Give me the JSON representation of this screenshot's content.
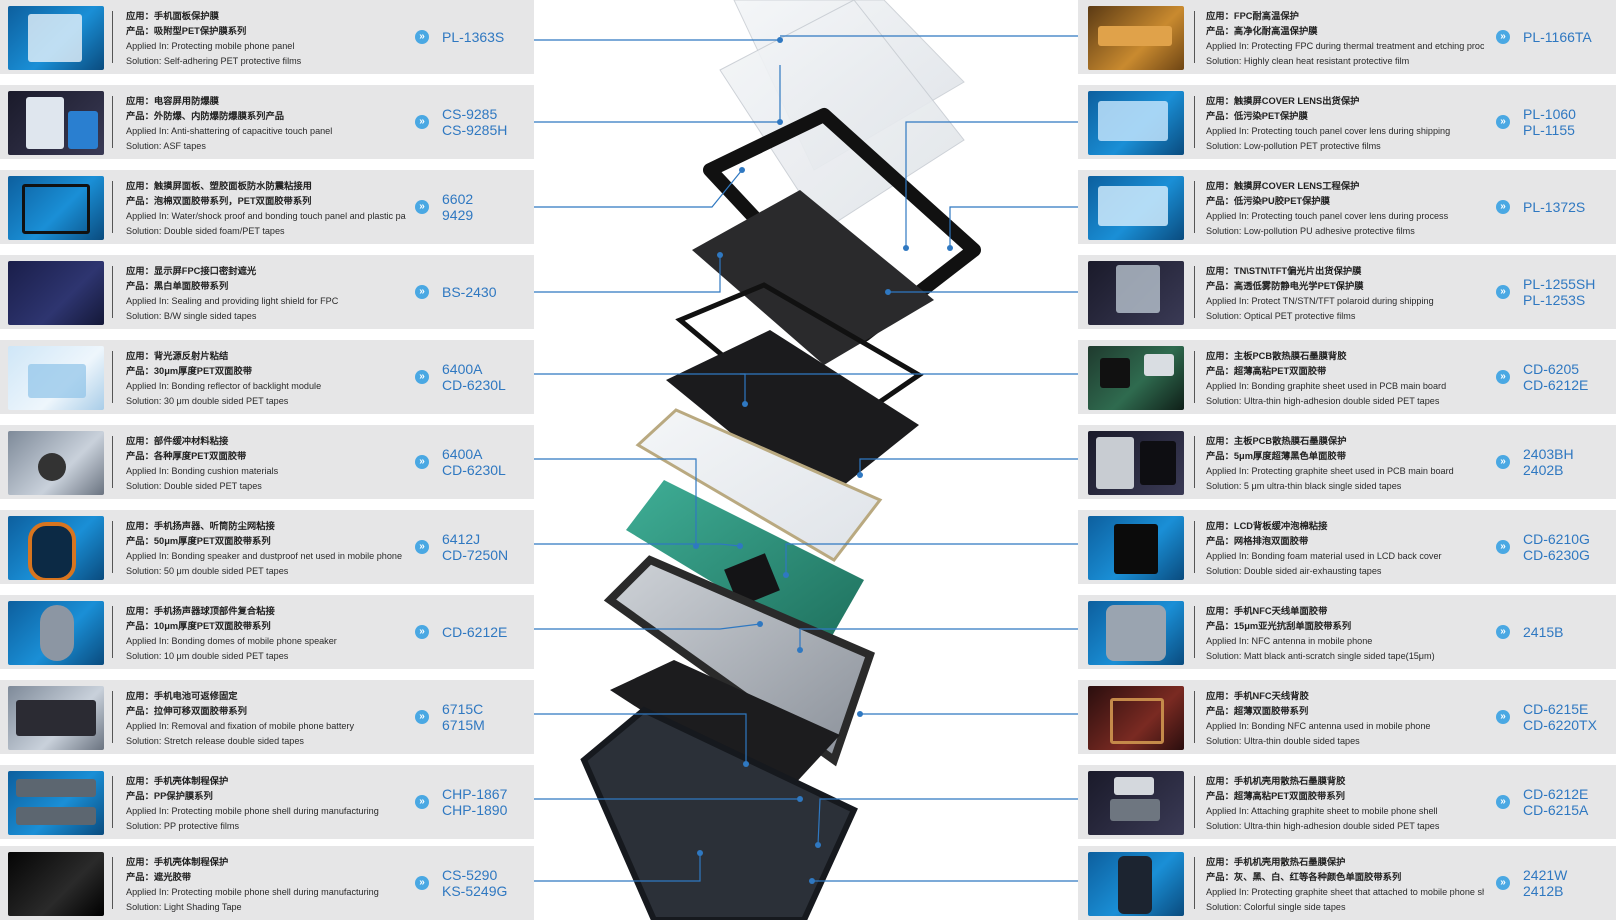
{
  "colors": {
    "panel": "#e6e6e7",
    "code": "#2f78c1",
    "arrow_bullet": "#4aa8e3",
    "leader_line": "#2f78c1"
  },
  "left": [
    {
      "app_cn": "应用：手机面板保护膜",
      "product_cn": "产品：吸附型PET保护膜系列",
      "applied_en": "Applied In: Protecting mobile phone panel",
      "solution_en": "Solution: Self-adhering PET protective films",
      "codes": [
        "PL-1363S"
      ],
      "thumb": "phone-panel-film"
    },
    {
      "app_cn": "应用：电容屏用防爆膜",
      "product_cn": "产品：外防爆、内防爆防爆膜系列产品",
      "applied_en": "Applied In: Anti-shattering of capacitive touch panel",
      "solution_en": "Solution: ASF tapes",
      "codes": [
        "CS-9285",
        "CS-9285H"
      ],
      "thumb": "touch-panels"
    },
    {
      "app_cn": "应用：触摸屏面板、塑胶面板防水防震粘接用",
      "product_cn": "产品：泡棉双面胶带系列，PET双面胶带系列",
      "applied_en": "Applied In: Water/shock proof and bonding touch panel and plastic panel",
      "solution_en": "Solution: Double sided foam/PET tapes",
      "codes": [
        "6602",
        "9429"
      ],
      "thumb": "panel-bonding-frame"
    },
    {
      "app_cn": "应用：显示屏FPC接口密封遮光",
      "product_cn": "产品：黑白单面胶带系列",
      "applied_en": "Applied In: Sealing and providing light shield for FPC",
      "solution_en": "Solution: B/W single sided tapes",
      "codes": [
        "BS-2430"
      ],
      "thumb": "fpc-light-shield"
    },
    {
      "app_cn": "应用：背光源反射片粘结",
      "product_cn": "产品：30μm厚度PET双面胶带",
      "applied_en": "Applied In: Bonding reflector of backlight module",
      "solution_en": "Solution: 30 μm double sided PET tapes",
      "codes": [
        "6400A",
        "CD-6230L"
      ],
      "thumb": "backlight-reflector"
    },
    {
      "app_cn": "应用：部件缓冲材料粘接",
      "product_cn": "产品：各种厚度PET双面胶带",
      "applied_en": "Applied In: Bonding cushion materials",
      "solution_en": "Solution: Double sided PET tapes",
      "codes": [
        "6400A",
        "CD-6230L"
      ],
      "thumb": "cushion-parts"
    },
    {
      "app_cn": "应用：手机扬声器、听筒防尘网粘接",
      "product_cn": "产品：50μm厚度PET双面胶带系列",
      "applied_en": "Applied In: Bonding speaker and dustproof net used in mobile phone",
      "solution_en": "Solution: 50 μm double sided PET tapes",
      "codes": [
        "6412J",
        "CD-7250N"
      ],
      "thumb": "speaker-rings"
    },
    {
      "app_cn": "应用：手机扬声器球顶部件复合粘接",
      "product_cn": "产品：10μm厚度PET双面胶带系列",
      "applied_en": "Applied In: Bonding domes of mobile phone speaker",
      "solution_en": "Solution: 10 μm double sided PET tapes",
      "codes": [
        "CD-6212E"
      ],
      "thumb": "speaker-dome"
    },
    {
      "app_cn": "应用：手机电池可返修固定",
      "product_cn": "产品：拉伸可移双面胶带系列",
      "applied_en": "Applied In: Removal and fixation of mobile phone battery",
      "solution_en": "Solution: Stretch release double sided tapes",
      "codes": [
        "6715C",
        "6715M"
      ],
      "thumb": "battery-removal"
    },
    {
      "app_cn": "应用：手机壳体制程保护",
      "product_cn": "产品：PP保护膜系列",
      "applied_en": "Applied In: Protecting mobile phone shell during manufacturing",
      "solution_en": "Solution: PP protective films",
      "codes": [
        "CHP-1867",
        "CHP-1890"
      ],
      "thumb": "phone-shells"
    },
    {
      "app_cn": "应用：手机壳体制程保护",
      "product_cn": "产品：遮光胶带",
      "applied_en": "Applied In: Protecting mobile phone shell during manufacturing",
      "solution_en": "Solution: Light Shading Tape",
      "codes": [
        "CS-5290",
        "KS-5249G"
      ],
      "thumb": "black-phone"
    }
  ],
  "right": [
    {
      "app_cn": "应用：FPC耐高温保护",
      "product_cn": "产品：高净化耐高温保护膜",
      "applied_en": "Applied In: Protecting FPC during thermal treatment and etching process",
      "solution_en": "Solution: Highly clean heat resistant protective film",
      "codes": [
        "PL-1166TA"
      ],
      "thumb": "fpc-copper"
    },
    {
      "app_cn": "应用：触摸屏COVER LENS出货保护",
      "product_cn": "产品：低污染PET保护膜",
      "applied_en": "Applied In: Protecting touch panel cover lens during shipping",
      "solution_en": "Solution: Low-pollution PET protective films",
      "codes": [
        "PL-1060",
        "PL-1155"
      ],
      "thumb": "cover-lens-shipping"
    },
    {
      "app_cn": "应用：触摸屏COVER LENS工程保护",
      "product_cn": "产品：低污染PU胶PET保护膜",
      "applied_en": "Applied In: Protecting touch panel cover lens during process",
      "solution_en": "Solution: Low-pollution PU adhesive protective films",
      "codes": [
        "PL-1372S"
      ],
      "thumb": "cover-lens-process"
    },
    {
      "app_cn": "应用：TN\\STN\\TFT偏光片出货保护膜",
      "product_cn": "产品：高透低雾防静电光学PET保护膜",
      "applied_en": "Applied In: Protect TN/STN/TFT polaroid during shipping",
      "solution_en": "Solution: Optical PET protective films",
      "codes": [
        "PL-1255SH",
        "PL-1253S"
      ],
      "thumb": "polarizer-film"
    },
    {
      "app_cn": "应用：主板PCB散热膜石墨膜背胶",
      "product_cn": "产品：超薄高粘PET双面胶带",
      "applied_en": "Applied In: Bonding graphite sheet used in PCB main board",
      "solution_en": "Solution: Ultra-thin high-adhesion double sided PET tapes",
      "codes": [
        "CD-6205",
        "CD-6212E"
      ],
      "thumb": "pcb-graphite"
    },
    {
      "app_cn": "应用：主板PCB散热膜石墨膜保护",
      "product_cn": "产品：5μm厚度超薄黑色单面胶带",
      "applied_en": "Applied In: Protecting graphite sheet used in PCB main board",
      "solution_en": "Solution: 5 μm ultra-thin black single sided tapes",
      "codes": [
        "2403BH",
        "2402B"
      ],
      "thumb": "pcb-board"
    },
    {
      "app_cn": "应用：LCD背板缓冲泡棉粘接",
      "product_cn": "产品：网格排泡双面胶带",
      "applied_en": "Applied In: Bonding foam material used in LCD back cover",
      "solution_en": "Solution: Double sided air-exhausting tapes",
      "codes": [
        "CD-6210G",
        "CD-6230G"
      ],
      "thumb": "lcd-back-foam"
    },
    {
      "app_cn": "应用：手机NFC天线单面胶带",
      "product_cn": "产品：15μm亚光抗刮单面胶带系列",
      "applied_en": "Applied In: NFC antenna in mobile phone",
      "solution_en": "Solution: Matt black anti-scratch single sided tape(15μm)",
      "codes": [
        "2415B"
      ],
      "thumb": "nfc-back-cover"
    },
    {
      "app_cn": "应用：手机NFC天线背胶",
      "product_cn": "产品：超薄双面胶带系列",
      "applied_en": "Applied In: Bonding NFC antenna used in mobile phone",
      "solution_en": "Solution: Ultra-thin double sided tapes",
      "codes": [
        "CD-6215E",
        "CD-6220TX"
      ],
      "thumb": "nfc-antenna"
    },
    {
      "app_cn": "应用：手机机壳用散热石墨膜背胶",
      "product_cn": "产品：超薄高粘PET双面胶带系列",
      "applied_en": "Applied In: Attaching graphite sheet to mobile phone shell",
      "solution_en": "Solution: Ultra-thin high-adhesion double sided PET tapes",
      "codes": [
        "CD-6212E",
        "CD-6215A"
      ],
      "thumb": "graphite-stack"
    },
    {
      "app_cn": "应用：手机机壳用散热石墨膜保护",
      "product_cn": "产品：灰、黑、白、红等各种颜色单面胶带系列",
      "applied_en": "Applied In: Protecting graphite sheet that attached to mobile phone shell",
      "solution_en": "Solution: Colorful single side tapes",
      "codes": [
        "2421W",
        "2412B"
      ],
      "thumb": "hand-shell"
    }
  ]
}
